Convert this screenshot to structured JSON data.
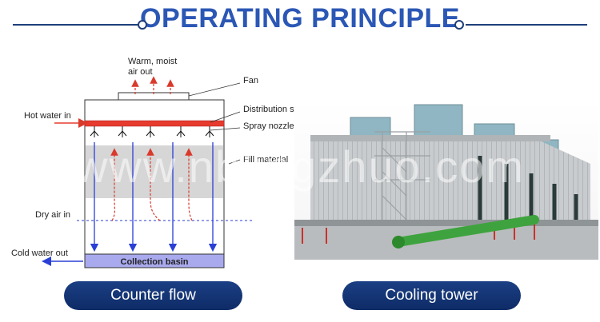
{
  "title": "OPERATING PRINCIPLE",
  "diagram": {
    "labels": {
      "warm_air_line1": "Warm, moist",
      "warm_air_line2": "air out",
      "fan": "Fan",
      "hot_water_in": "Hot water in",
      "distribution_system": "Distribution system",
      "spray_nozzles": "Spray nozzles",
      "fill_material": "Fill material",
      "dry_air_in": "Dry air in",
      "cold_water_out": "Cold water out",
      "collection_basin": "Collection basin"
    }
  },
  "buttons": {
    "counter_flow": "Counter flow",
    "cooling_tower": "Cooling tower"
  },
  "watermark": "www.nblingzhuo.com",
  "colors": {
    "title": "#2b57b5",
    "navy": "#1d3f7a",
    "hot_water": "#e63b2e",
    "air_arrow": "#d93a2b",
    "water_arrow": "#2a3fd6",
    "basin": "#a9a9ee",
    "fill": "#d6d6d6"
  }
}
